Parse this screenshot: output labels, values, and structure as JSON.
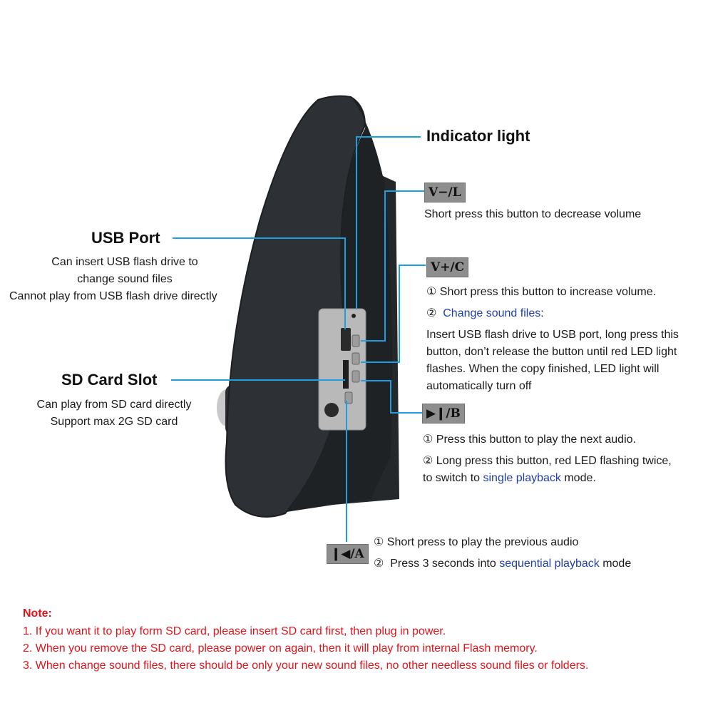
{
  "colors": {
    "leader_line": "#1aa0e0",
    "note": "#e0161b",
    "link_text": "#1f3fa8",
    "device_body": "#2a2d31"
  },
  "indicator": {
    "title": "Indicator light"
  },
  "v_minus": {
    "tag": "V−/L",
    "desc": "Short press this button to decrease volume"
  },
  "usb": {
    "title": "USB Port",
    "lines": [
      "Can insert USB flash drive to",
      "change sound files",
      "Cannot play from USB flash drive directly"
    ]
  },
  "v_plus": {
    "tag": "V+/C",
    "item1": "①  Short press this button to increase volume.",
    "item2_num": "②  ",
    "item2_link": "Change sound files",
    "item2_colon": ":",
    "para": [
      "Insert USB flash drive to USB port, long press this",
      "button, don’t release the button until red LED light",
      "flashes. When the copy finished, LED light will",
      "automatically turn off"
    ]
  },
  "sd": {
    "title": "SD Card Slot",
    "lines": [
      "Can play from SD card directly",
      "Support max 2G SD card"
    ]
  },
  "play": {
    "tag": "▶❙/B",
    "item1": "①  Press this button to play the next audio.",
    "item2": "②  Long press this button, red LED flashing twice,",
    "item2b_pre": "to switch to ",
    "item2b_link": "single playback",
    "item2b_post": " mode."
  },
  "prev": {
    "tag": "❙◀/A",
    "item1": "①  Short press to play the previous audio",
    "item2_pre": "②  Press 3 seconds into ",
    "item2_link": "sequential playback",
    "item2_post": " mode"
  },
  "note": {
    "head": "Note:",
    "items": [
      "1. If you want it to play form SD card, please insert SD card first, then plug in power.",
      "2. When you remove the SD card, please power on again, then it will play from internal Flash memory.",
      "3. When change sound files, there should be only your new sound files, no other needless sound files or folders."
    ]
  }
}
